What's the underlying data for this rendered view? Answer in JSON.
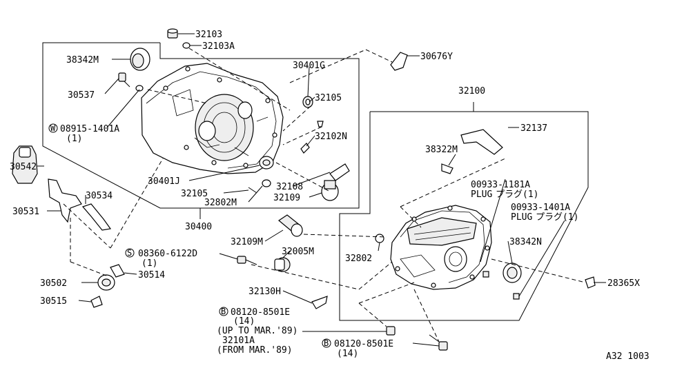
{
  "labels": {
    "p32103": "32103",
    "p32103A": "32103A",
    "p30676Y": "30676Y",
    "p38342M": "38342M",
    "p30401G": "30401G",
    "p30537": "30537",
    "p32105a": "32105",
    "p08915": "08915-1401A",
    "p08915_qty": "(1)",
    "p32102N": "32102N",
    "p32100": "32100",
    "p32137": "32137",
    "p38322M": "38322M",
    "p30542": "30542",
    "p30534": "30534",
    "p30531": "30531",
    "p30401J": "30401J",
    "p32105b": "32105",
    "p32108": "32108",
    "p32802M": "32802M",
    "p32109": "32109",
    "p00933_1181A": "00933-1181A",
    "plug1_a": "PLUG",
    "plug1_b": "プラグ(1)",
    "p00933_1401A": "00933-1401A",
    "plug2_a": "PLUG",
    "plug2_b": "プラグ(1)",
    "p30400": "30400",
    "p32109M": "32109M",
    "p38342N": "38342N",
    "p08360": "08360-6122D",
    "p08360_qty": "(1)",
    "p32005M": "32005M",
    "p32802": "32802",
    "p28365X": "28365X",
    "p30502": "30502",
    "p30514": "30514",
    "p30515": "30515",
    "p32130H": "32130H",
    "p08120a": "08120-8501E",
    "p08120a_qty": "(14)",
    "note_upto": "(UP TO MAR.'89)",
    "p32101A": "32101A",
    "note_from": "(FROM MAR.'89)",
    "p08120b": "08120-8501E",
    "p08120b_qty": "(14)",
    "ref": "A32  1003"
  },
  "symbols": {
    "washer": "W",
    "screw": "S",
    "bolt": "B"
  }
}
